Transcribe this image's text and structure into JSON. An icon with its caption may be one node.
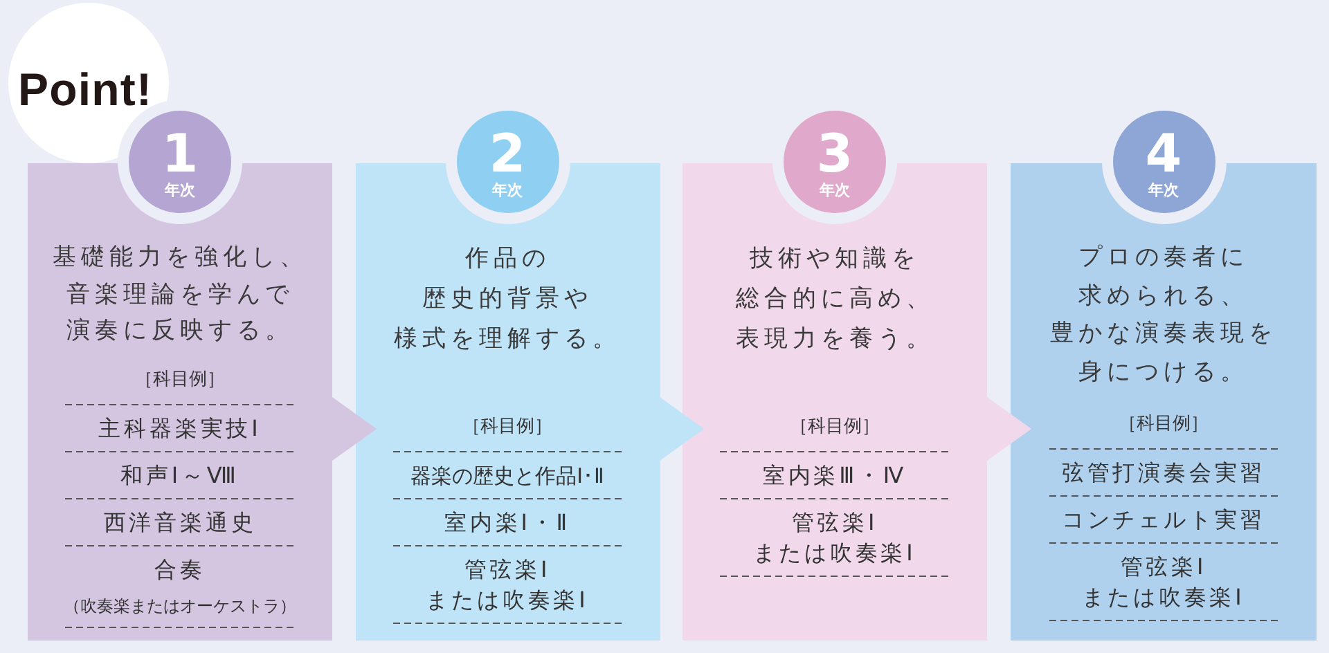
{
  "diagram": {
    "nodes": [
      {
        "text": [
          "Point!"
        ]
      },
      {
        "text": [
          "1",
          "年次"
        ]
      },
      {
        "text": [
          "基礎能力を強化し、音楽理論を学んで演奏に反映する。",
          "［科目例］",
          "主科器楽実技Ⅰ",
          "和声Ⅰ～Ⅷ",
          "西洋音楽通史",
          "合奏",
          "（吹奏楽またはオーケストラ）"
        ]
      },
      {
        "text": [
          "2",
          "年次"
        ]
      },
      {
        "text": [
          "作品の歴史的背景や様式を理解する。",
          "［科目例］",
          "器楽の歴史と作品Ⅰ･Ⅱ",
          "室内楽Ⅰ・Ⅱ",
          "管弦楽Ⅰまたは吹奏楽Ⅰ"
        ]
      },
      {
        "text": [
          "3",
          "年次"
        ]
      },
      {
        "text": [
          "技術や知識を総合的に高め、表現力を養う。",
          "［科目例］",
          "室内楽Ⅲ・Ⅳ",
          "管弦楽Ⅰまたは吹奏楽Ⅰ"
        ]
      },
      {
        "text": [
          "4",
          "年次"
        ]
      },
      {
        "text": [
          "プロの奏者に求められる、豊かな演奏表現を身につける。",
          "［科目例］",
          "弦管打演奏会実習",
          "コンチェルト実習",
          "管弦楽Ⅰまたは吹奏楽Ⅰ"
        ]
      }
    ],
    "edges": [
      {
        "from": 2,
        "to": 4,
        "arrow": "to"
      },
      {
        "from": 4,
        "to": 6,
        "arrow": "to"
      },
      {
        "from": 6,
        "to": 8,
        "arrow": "to"
      }
    ]
  }
}
